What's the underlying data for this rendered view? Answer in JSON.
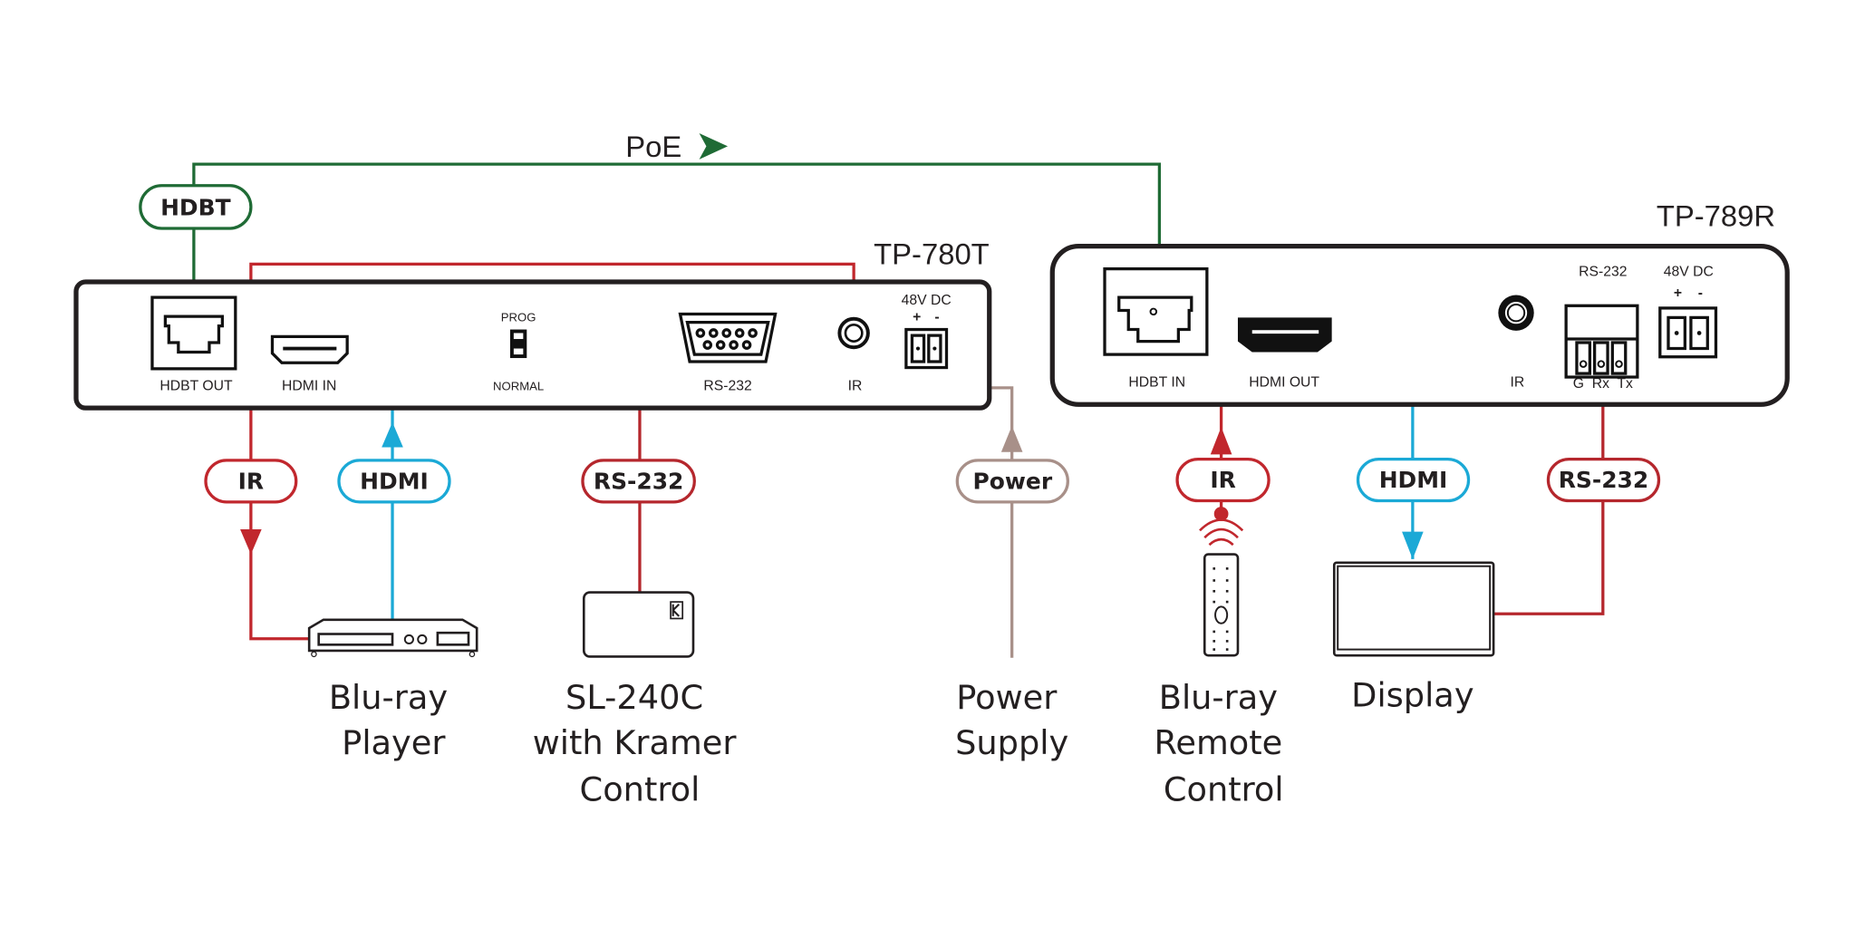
{
  "colors": {
    "hdbt": "#1f6b35",
    "ir": "#c1272d",
    "rs232": "#b5272d",
    "hdmi": "#1ba9d6",
    "power": "#a89089",
    "outline": "#231f20"
  },
  "poe": {
    "label": "PoE",
    "icon": "arrow-right-icon"
  },
  "transmitter": {
    "model": "TP-780T",
    "ports": {
      "hdbt_out": "HDBT OUT",
      "hdmi_in": "HDMI IN",
      "switch_top": "PROG",
      "switch_bottom": "NORMAL",
      "rs232": "RS-232",
      "ir": "IR",
      "power": "48V DC",
      "power_plus": "+",
      "power_minus": "-"
    }
  },
  "receiver": {
    "model": "TP-789R",
    "ports": {
      "hdbt_in": "HDBT IN",
      "hdmi_out": "HDMI OUT",
      "ir": "IR",
      "rs232": "RS-232",
      "rs232_pins": "G  Rx  Tx",
      "power": "48V DC",
      "power_plus": "+",
      "power_minus": "-"
    }
  },
  "connection_labels": {
    "hdbt": "HDBT",
    "tx_ir": "IR",
    "tx_hdmi": "HDMI",
    "tx_rs232": "RS-232",
    "power": "Power",
    "rx_ir": "IR",
    "rx_hdmi": "HDMI",
    "rx_rs232": "RS-232"
  },
  "devices": {
    "bluray_player": [
      "Blu-ray",
      "Player"
    ],
    "sl240c": [
      "SL-240C",
      "with Kramer",
      "Control"
    ],
    "power_supply": [
      "Power",
      "Supply"
    ],
    "bluray_remote": [
      "Blu-ray",
      "Remote",
      "Control"
    ],
    "display": [
      "Display"
    ]
  }
}
